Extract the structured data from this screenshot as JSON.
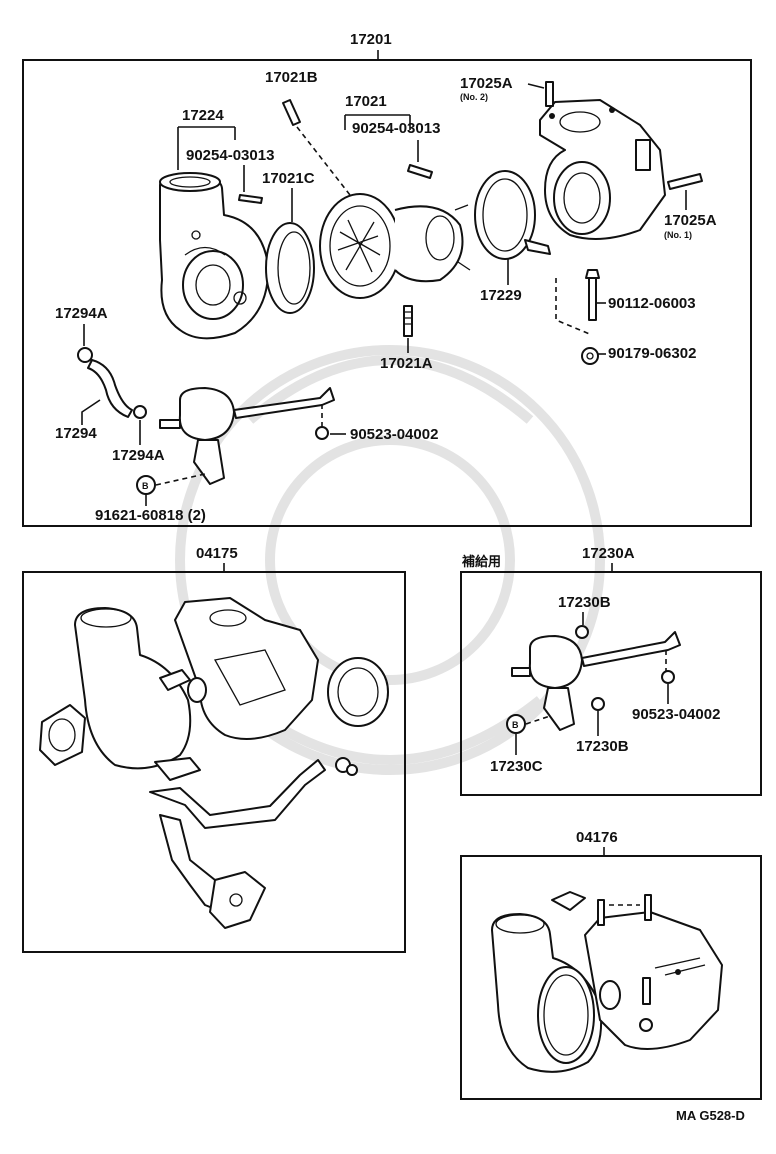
{
  "title_main": "17201",
  "labels": {
    "p17021B": "17021B",
    "p17021": "17021",
    "p90254_a": "90254-03013",
    "p17224": "17224",
    "p90254_b": "90254-03013",
    "p17021C": "17021C",
    "p17025A_top": "17025A",
    "no2": "(No. 2)",
    "p17025A_right": "17025A",
    "no1": "(No. 1)",
    "p17229": "17229",
    "p90112": "90112-06003",
    "p90179": "90179-06302",
    "p17021A": "17021A",
    "p17294A_top": "17294A",
    "p17294": "17294",
    "p17294A_bot": "17294A",
    "p90523_a": "90523-04002",
    "p91621": "91621-60818 (2)"
  },
  "box_04175": {
    "title": "04175"
  },
  "box_17230A": {
    "title": "17230A",
    "note": "補給用",
    "p17230B_top": "17230B",
    "p90523_b": "90523-04002",
    "p17230C": "17230C",
    "p17230B_bot": "17230B"
  },
  "box_04176": {
    "title": "04176"
  },
  "diagram_code": "MA G528-D",
  "bolt_mark": "B"
}
